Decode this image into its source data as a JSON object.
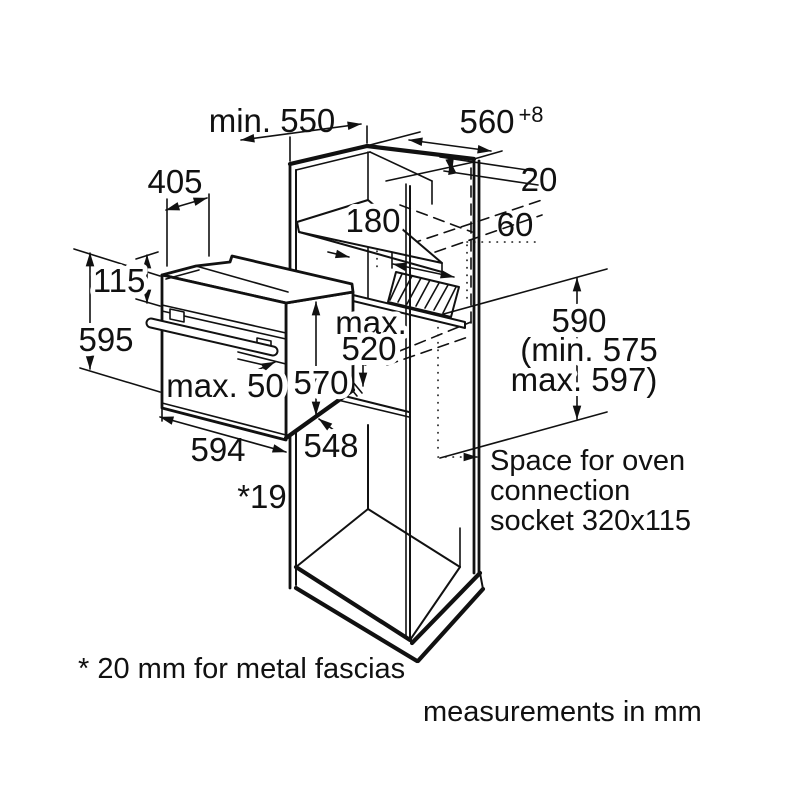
{
  "page": {
    "background": "#ffffff",
    "line_color": "#111111"
  },
  "diagram": {
    "type": "oven-installation-drawing",
    "labels": {
      "niche_depth": "min. 550",
      "niche_width": "560",
      "niche_width_tolerance": "+8",
      "top_gap": "20",
      "oven_top_depth": "405",
      "shelf_opening_height": "180",
      "rear_clearance": "60",
      "fascia_height": "115",
      "oven_height": "595",
      "max_label": "max.",
      "max_floor_depth": "520",
      "oven_depth": "570",
      "niche_height": "590",
      "niche_height_min": "(min. 575",
      "niche_height_max": "max. 597)",
      "door_clearance": "max. 50",
      "oven_width": "594",
      "oven_body_width": "548",
      "fascia_ref": "*19",
      "socket_note_line1": "Space for oven",
      "socket_note_line2": "connection",
      "socket_note_line3": "socket 320x115",
      "footnote": "* 20 mm for metal fascias",
      "units_note": "measurements in mm"
    }
  }
}
